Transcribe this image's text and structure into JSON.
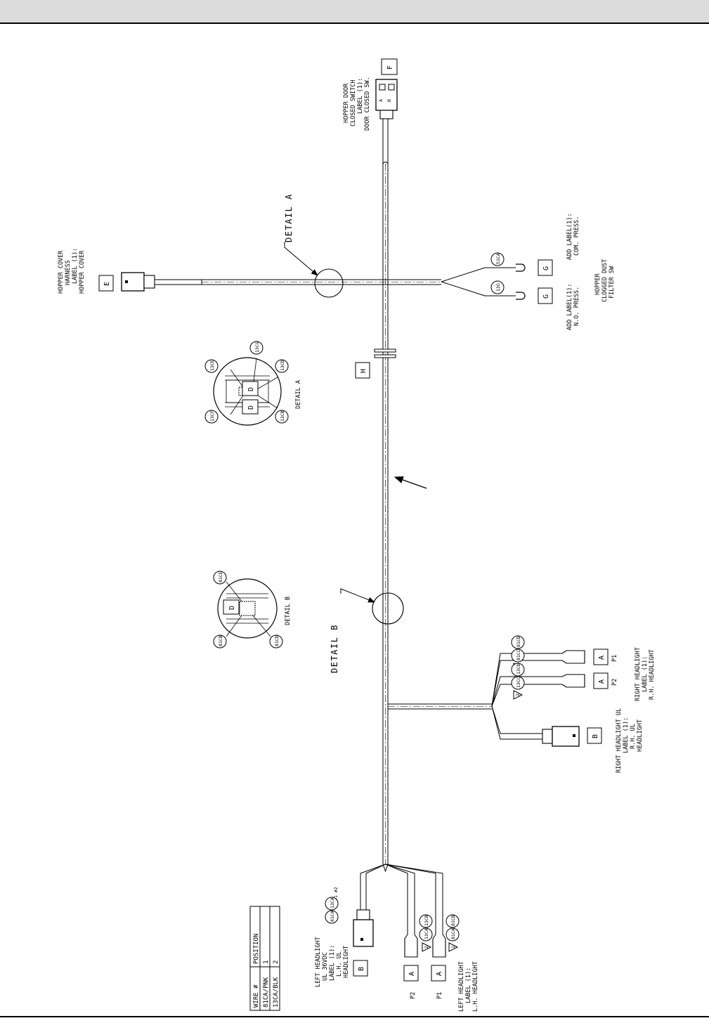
{
  "labels": {
    "hopper_door": [
      "HOPPER DOOR",
      "CLOSED SWITCH",
      "LABEL (1):",
      "DOOR CLOSED SW."
    ],
    "hopper_cover": [
      "HOPPER COVER",
      "HARNESS",
      "LABEL (1):",
      "HOPPER COVER"
    ],
    "add_label_no": [
      "ADD LABEL(1):",
      "N.O. PRESS."
    ],
    "add_label_com": [
      "ADD LABEL(1):",
      "COM. PRESS."
    ],
    "clogged_filter": [
      "HOPPER",
      "CLOGGED DUST",
      "FILTER SW"
    ],
    "right_headlight_ul": [
      "RIGHT HEADLIGHT UL",
      "LABEL (1):",
      "R.H. UL",
      "HEADLIGHT"
    ],
    "right_headlight": [
      "RIGHT HEADLIGHT",
      "LABEL (1):",
      "R.H. HEADLIGHT"
    ],
    "left_headlight_ul": [
      "LEFT HEADLIGHT",
      "UL 36VDC",
      "LABEL (1):",
      "L.H. UL",
      "HEADLIGHT"
    ],
    "left_headlight": [
      "LEFT HEADLIGHT",
      "LABEL (1):",
      "L.H. HEADLIGHT"
    ],
    "pin_positions": "#1  #2",
    "pins_ab": [
      "A",
      "B"
    ],
    "plug_p1": "P1",
    "plug_p2": "P2"
  },
  "details": {
    "detail_a_callout": "DETAIL A",
    "detail_b_callout": "DETAIL B",
    "detail_a_title": "DETAIL A",
    "detail_b_title": "DETAIL B"
  },
  "boxes": {
    "a": "A",
    "b": "B",
    "d": "D",
    "e": "E",
    "f": "F",
    "g": "G",
    "h": "H"
  },
  "wires": {
    "w13CE": "13CE",
    "w13CF": "13CF",
    "w13CG": "13CG",
    "w13CD": "13CD",
    "w13CB": "13CB",
    "w51CA": "51CA",
    "w13G": "13G",
    "w81CE": "81CE",
    "w81CB": "81CB",
    "w81CD": "81CD",
    "w81CC": "81CC",
    "w13CC": "13CC",
    "w81CA": "81CA",
    "w13CA": "13CA",
    "w13CD_b": "13CD",
    "w13CB_b": "13CB",
    "w81CB_b": "81CB",
    "w81CD_b": "81CD",
    "tri1": "1",
    "tri2": "2"
  },
  "wire_table": {
    "headers": [
      "WIRE #",
      "POSITION"
    ],
    "rows": [
      [
        "81CA/PNK",
        "1"
      ],
      [
        "13CA/BLK",
        "2"
      ]
    ]
  }
}
